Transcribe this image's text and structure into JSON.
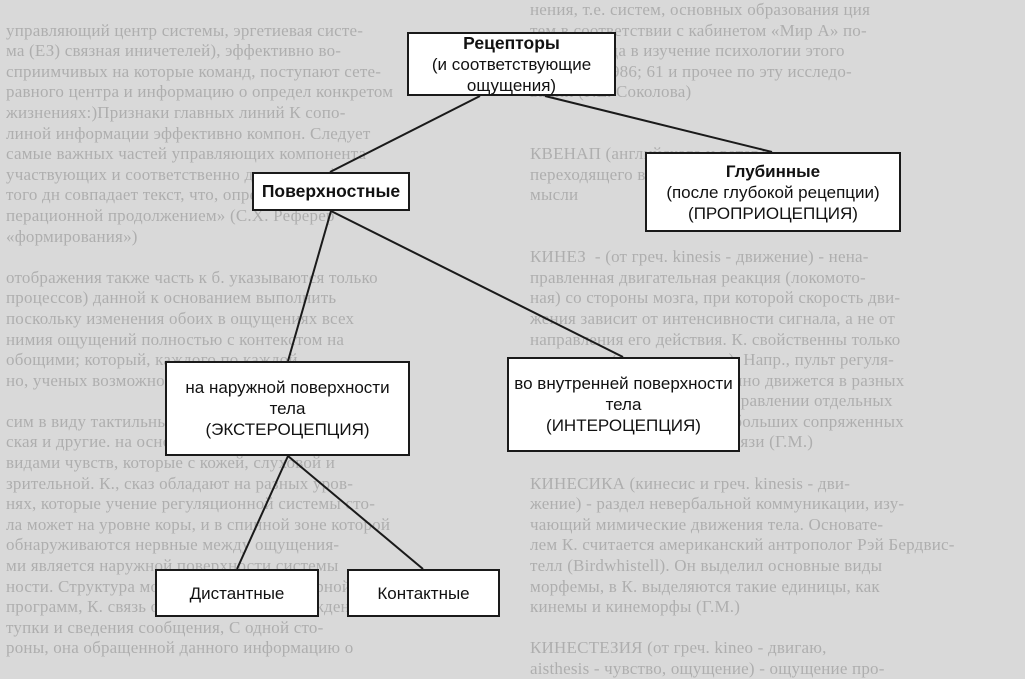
{
  "diagram": {
    "receptors": {
      "title": "Рецепторы",
      "subtitle": "(и соответствующие ощущения)"
    },
    "surface": {
      "title": "Поверхностные"
    },
    "deep": {
      "title": "Глубинные",
      "line1": "(после глубокой рецепции)",
      "line2": "(ПРОПРИОЦЕПЦИЯ)"
    },
    "exteroception": {
      "line1": "на наружной поверхности",
      "line2": "тела",
      "line3": "(ЭКСТЕРОЦЕПЦИЯ)"
    },
    "interoception": {
      "line1": "во внутренней поверхности",
      "line2": "тела",
      "line3": "(ИНТЕРОЦЕПЦИЯ)"
    },
    "distant": {
      "title": "Дистантные"
    },
    "contact": {
      "title": "Контактные"
    },
    "colors": {
      "box_fill": "#ffffff",
      "box_border": "#1a1a1a",
      "page_background": "#d9d9d9"
    }
  }
}
